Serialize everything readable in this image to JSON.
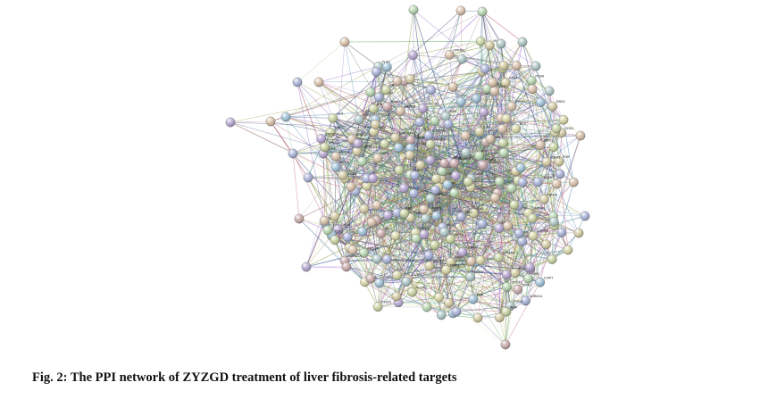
{
  "figure": {
    "caption": "Fig. 2: The PPI network of ZYZGD treatment of liver fibrosis-related targets"
  },
  "network": {
    "labeled_nodes": [
      "SGK1",
      "PTGS2",
      "MAPK8",
      "MAPK1",
      "NR3C1",
      "CYP3A4",
      "PPARG",
      "ESR1",
      "HMOX1",
      "ABCB1",
      "MMP9",
      "CASP3",
      "JUN",
      "TNF",
      "IL6",
      "AKT1",
      "EGFR",
      "SRC",
      "STAT3",
      "VEGFA",
      "CHRM1",
      "CHRM2",
      "ADRB2",
      "HTR2A",
      "SLC6A4",
      "NOS2",
      "CYP1A2",
      "PGR",
      "F2",
      "CYP19A1",
      "TOP2A",
      "AR",
      "PRSS1",
      "CDKN1A",
      "FOS",
      "MYC",
      "CCND1",
      "BCL2",
      "BAX",
      "TP53",
      "IL1B",
      "CXCL8",
      "ICAM1",
      "SELE",
      "VCAM1",
      "PTGS1",
      "RXRA",
      "NCOA2",
      "GSK3B",
      "ACHE",
      "DPP4",
      "HSP90AA1",
      "KDR",
      "PIK3CG",
      "MAPK14",
      "RELA",
      "NFKBIA",
      "CHEK1",
      "PLAU",
      "MMP2",
      "MMP1",
      "SERPINE1",
      "HIF1A",
      "IGF2",
      "CAV1",
      "ERBB2",
      "PRKCA",
      "CDK2",
      "CDK1",
      "PCNA",
      "E2F1",
      "XDH",
      "GABRA1",
      "ADRA1A",
      "ADRA2A",
      "OPRM1",
      "KCNH2",
      "SCN5A",
      "PON1",
      "CRP",
      "NQO1",
      "GSTP1",
      "CYP1A1",
      "AHR",
      "MPO",
      "SOD1",
      "INSR",
      "CHUK",
      "MAOA",
      "MAOB",
      "COMT",
      "DRD1",
      "DRD2",
      "HTR3A",
      "IL10",
      "IL2",
      "IFNG",
      "CCL2",
      "TGFB1",
      "COL1A1",
      "COL3A1",
      "TIMP1"
    ],
    "colors": {
      "node_palette": [
        "#9fc1d8",
        "#c8d3a0",
        "#a9b2d9",
        "#d8c0a8",
        "#b6d6b0",
        "#d4cba1",
        "#aec7c7",
        "#c9a9a9",
        "#b7a6d2",
        "#d7d6a5"
      ],
      "edge_palette": [
        "#7f8f2a",
        "#b14f6a",
        "#3e7fb0",
        "#9a6ad0",
        "#cfcf6a",
        "#6f6f6f",
        "#4fa75a",
        "#1a2a6a"
      ]
    }
  }
}
